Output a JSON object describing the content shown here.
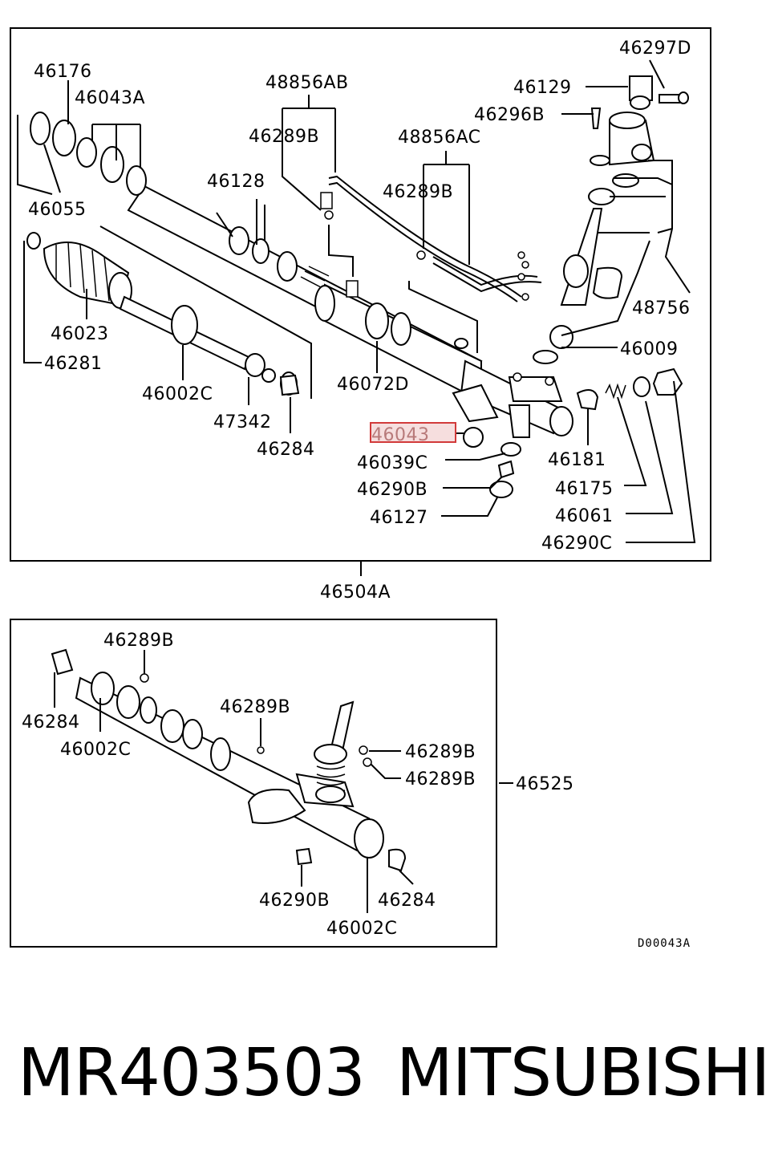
{
  "labels": {
    "l46297D": "46297D",
    "l46129": "46129",
    "l46296B": "46296B",
    "l46176": "46176",
    "l46043A": "46043A",
    "l48856AB": "48856AB",
    "l46289B_a": "46289B",
    "l48856AC": "48856AC",
    "l46128": "46128",
    "l46289B_b": "46289B",
    "l46055": "46055",
    "l48756": "48756",
    "l46023": "46023",
    "l46009": "46009",
    "l46281": "46281",
    "l46002C_a": "46002C",
    "l46072D": "46072D",
    "l47342": "47342",
    "l46043": "46043",
    "l46284_a": "46284",
    "l46181": "46181",
    "l46039C": "46039C",
    "l46175": "46175",
    "l46290B_a": "46290B",
    "l46061": "46061",
    "l46127": "46127",
    "l46290C": "46290C",
    "l46504A": "46504A",
    "l46289B_c": "46289B",
    "l46284_b": "46284",
    "l46289B_d": "46289B",
    "l46002C_b": "46002C",
    "l46289B_e": "46289B",
    "l46289B_f": "46289B",
    "l46525": "46525",
    "l46290B_b": "46290B",
    "l46284_c": "46284",
    "l46002C_c": "46002C"
  },
  "drawing_code": "D00043A",
  "highlight_color": "#d23a3a",
  "footer": {
    "part_number": "MR403503",
    "brand": "MITSUBISHI"
  }
}
